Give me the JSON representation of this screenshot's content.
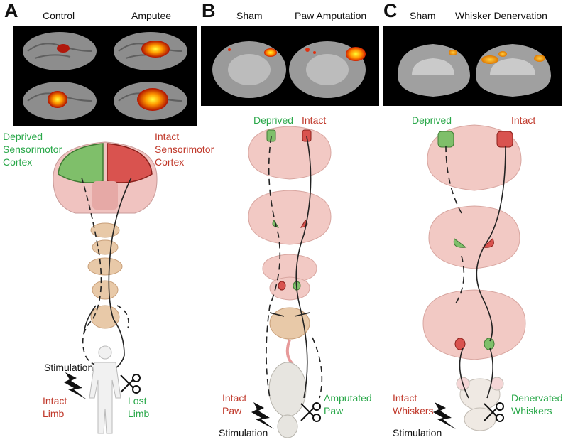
{
  "panelA": {
    "letter": "A",
    "header_left": "Control",
    "header_right": "Amputee",
    "deprived_label": [
      "Deprived",
      "Sensorimotor",
      "Cortex"
    ],
    "intact_label": [
      "Intact",
      "Sensorimotor",
      "Cortex"
    ],
    "stimulation": "Stimulation",
    "intact_limb": [
      "Intact",
      "Limb"
    ],
    "lost_limb": [
      "Lost",
      "Limb"
    ]
  },
  "panelB": {
    "letter": "B",
    "header_left": "Sham",
    "header_right": "Paw Amputation",
    "deprived": "Deprived",
    "intact": "Intact",
    "intact_paw": [
      "Intact",
      "Paw"
    ],
    "amputated_paw": [
      "Amputated",
      "Paw"
    ],
    "stimulation": "Stimulation"
  },
  "panelC": {
    "letter": "C",
    "header_left": "Sham",
    "header_right": "Whisker Denervation",
    "deprived": "Deprived",
    "intact": "Intact",
    "intact_whiskers": [
      "Intact",
      "Whiskers"
    ],
    "denervated_whiskers": [
      "Denervated",
      "Whiskers"
    ],
    "stimulation": "Stimulation"
  },
  "colors": {
    "deprived_green": "#2aa84a",
    "intact_red": "#c0392b",
    "tissue_pink": "#f2c9c4",
    "spinal_tan": "#e8c9a8"
  }
}
